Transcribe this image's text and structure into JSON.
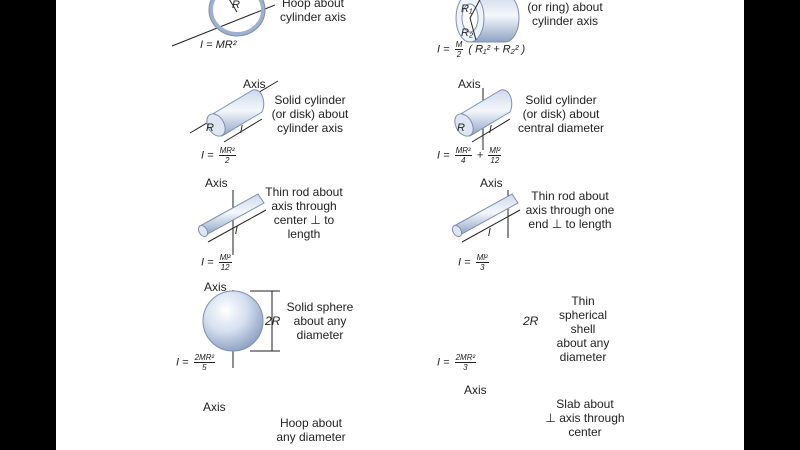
{
  "items": [
    {
      "id": "hoop-cyl",
      "description": [
        "Hoop about",
        "cylinder axis"
      ],
      "axis_label": "",
      "formula": "I = MR²"
    },
    {
      "id": "annular",
      "description": [
        "(or ring) about",
        "cylinder axis"
      ],
      "axis_label": "",
      "formula_prefix": "I =",
      "formula_num": "M",
      "formula_den": "2",
      "formula_suffix": "( R₁² + R₂² )"
    },
    {
      "id": "solid-cyl-axis",
      "description": [
        "Solid cylinder",
        "(or disk) about",
        "cylinder axis"
      ],
      "axis_label": "Axis",
      "formula_prefix": "I =",
      "formula_num": "MR²",
      "formula_den": "2"
    },
    {
      "id": "solid-cyl-diam",
      "description": [
        "Solid cylinder",
        "(or disk) about",
        "central diameter"
      ],
      "axis_label": "Axis",
      "formula_prefix": "I =",
      "formula_num": "MR²",
      "formula_den": "4",
      "formula_plus": "+",
      "formula_num2": "Ml²",
      "formula_den2": "12"
    },
    {
      "id": "rod-center",
      "description": [
        "Thin rod about",
        "axis through",
        "center ⊥ to",
        "length"
      ],
      "axis_label": "Axis",
      "formula_prefix": "I =",
      "formula_num": "Ml²",
      "formula_den": "12"
    },
    {
      "id": "rod-end",
      "description": [
        "Thin rod about",
        "axis through one",
        "end ⊥ to length"
      ],
      "axis_label": "Axis",
      "formula_prefix": "I =",
      "formula_num": "Ml²",
      "formula_den": "3"
    },
    {
      "id": "solid-sphere",
      "description": [
        "Solid sphere",
        "about any",
        "diameter"
      ],
      "axis_label": "Axis",
      "dim_label": "2R",
      "formula_prefix": "I =",
      "formula_num": "2MR²",
      "formula_den": "5"
    },
    {
      "id": "shell",
      "description": [
        "Thin",
        "spherical shell",
        "about any",
        "diameter"
      ],
      "axis_label": "",
      "dim_label": "2R",
      "formula_prefix": "I =",
      "formula_num": "2MR²",
      "formula_den": "3"
    },
    {
      "id": "hoop-diam",
      "description": [
        "Hoop about",
        "any diameter"
      ],
      "axis_label": "Axis"
    },
    {
      "id": "slab",
      "description": [
        "Slab about",
        "⊥ axis through",
        "center"
      ],
      "axis_label": "Axis"
    }
  ],
  "symbols": {
    "R": "R",
    "R1": "R₁",
    "R2": "R₂",
    "l": "l",
    "R_small": "R"
  }
}
